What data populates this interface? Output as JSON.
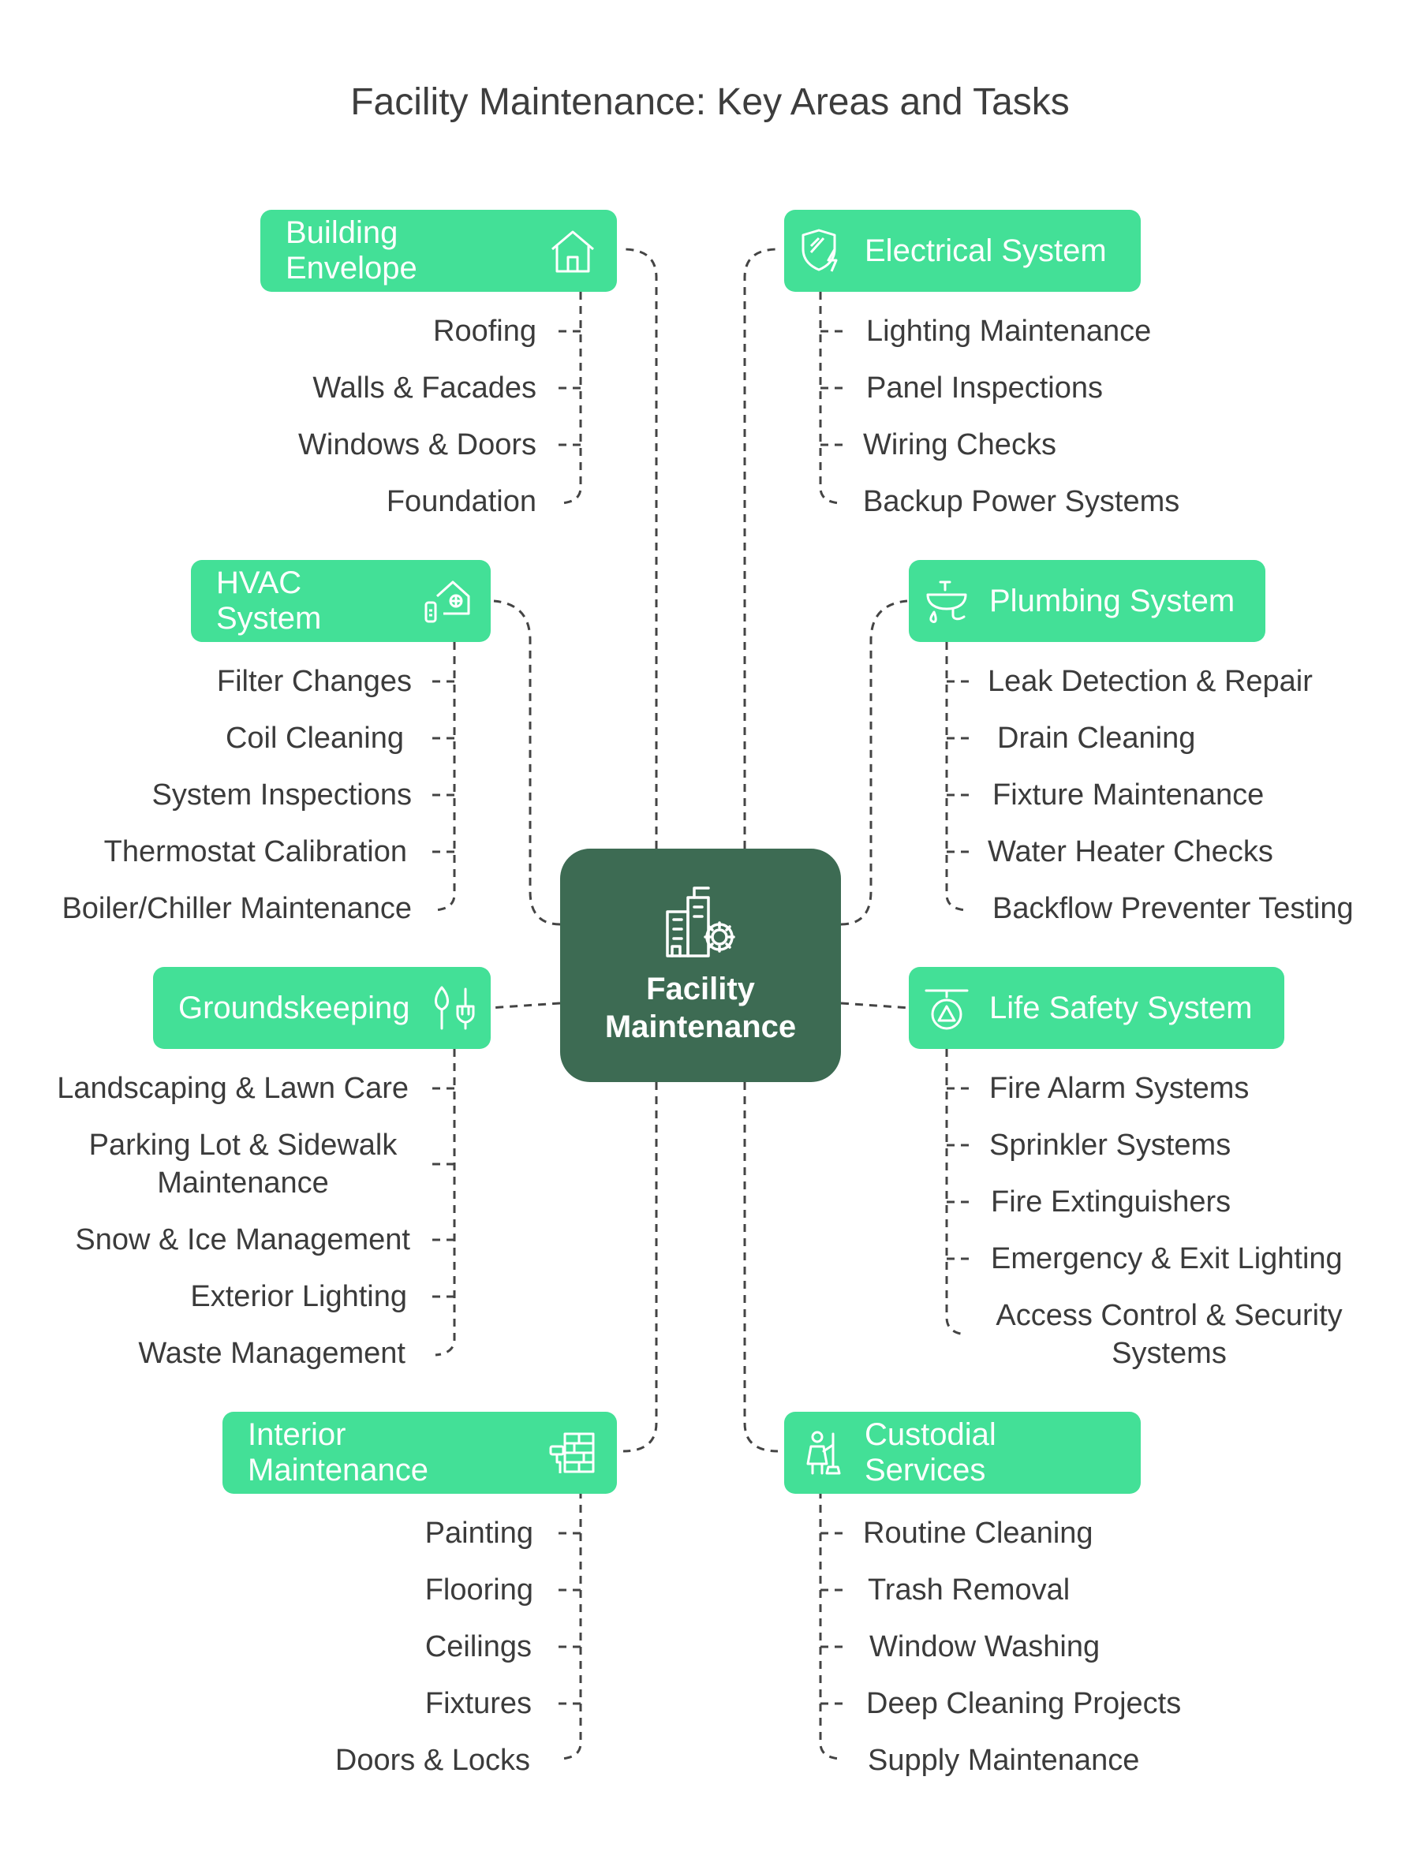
{
  "title": "Facility Maintenance: Key Areas and Tasks",
  "center": {
    "label_line1": "Facility",
    "label_line2": "Maintenance",
    "icon": "building-gear-icon"
  },
  "colors": {
    "node": "#43e097",
    "center": "#3d6b53",
    "connector": "#444444",
    "text": "#3b3b3b"
  },
  "areas": {
    "building_envelope": {
      "label": "Building Envelope",
      "icon": "house-icon",
      "tasks": [
        "Roofing",
        "Walls & Facades",
        "Windows & Doors",
        "Foundation"
      ]
    },
    "electrical": {
      "label": "Electrical System",
      "icon": "shield-lightning-icon",
      "tasks": [
        "Lighting Maintenance",
        "Panel Inspections",
        "Wiring Checks",
        "Backup Power Systems"
      ]
    },
    "hvac": {
      "label": "HVAC System",
      "icon": "house-fan-icon",
      "tasks": [
        "Filter Changes",
        "Coil Cleaning",
        "System Inspections",
        "Thermostat Calibration",
        "Boiler/Chiller Maintenance"
      ]
    },
    "plumbing": {
      "label": "Plumbing System",
      "icon": "sink-drop-icon",
      "tasks": [
        "Leak Detection & Repair",
        "Drain Cleaning",
        "Fixture Maintenance",
        "Water Heater Checks",
        "Backflow Preventer Testing"
      ]
    },
    "groundskeeping": {
      "label": "Groundskeeping",
      "icon": "garden-tools-icon",
      "tasks": [
        "Landscaping & Lawn Care",
        "Parking Lot & Sidewalk",
        "Maintenance",
        "Snow & Ice Management",
        "Exterior Lighting",
        "Waste Management"
      ]
    },
    "life_safety": {
      "label": "Life Safety System",
      "icon": "sprinkler-warning-icon",
      "tasks": [
        "Fire Alarm Systems",
        "Sprinkler Systems",
        "Fire Extinguishers",
        "Emergency & Exit Lighting",
        "Access Control & Security",
        "Systems"
      ]
    },
    "interior": {
      "label": "Interior Maintenance",
      "icon": "paint-roller-wall-icon",
      "tasks": [
        "Painting",
        "Flooring",
        "Ceilings",
        "Fixtures",
        "Doors & Locks"
      ]
    },
    "custodial": {
      "label": "Custodial Services",
      "icon": "cleaner-person-icon",
      "tasks": [
        "Routine Cleaning",
        "Trash Removal",
        "Window Washing",
        "Deep Cleaning Projects",
        "Supply Maintenance"
      ]
    }
  }
}
